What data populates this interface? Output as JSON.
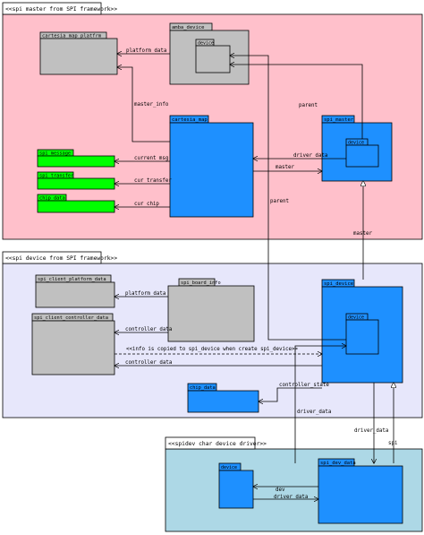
{
  "colors": {
    "master_region": "#ffc0cb",
    "device_region": "#e7e7fb",
    "char_region": "#add8e6",
    "box_gray": "#c0c0c0",
    "box_blue": "#1e90ff",
    "box_green": "#00ff00",
    "line": "#000000"
  },
  "regions": {
    "master": {
      "title": "<<spi master from SPI framework>>"
    },
    "device": {
      "title": "<<spi device from SPI framework>>"
    },
    "char": {
      "title": "<<spidev char device driver>>"
    }
  },
  "boxes": {
    "cartesia_map_platform": "cartesia_map_platfrm",
    "amba_device": "amba_device",
    "amba_device_inner": "device",
    "cartesia_map": "cartesia_map",
    "spi_master": "spi_master",
    "spi_master_inner": "device",
    "spi_message": "spi_message",
    "spi_transfer": "spi_transfer",
    "chip_data": "chip_data",
    "spi_client_platform_data": "spi_client_platform_data",
    "spi_board_info": "spi_board_info",
    "spi_client_controller_data": "spi_client_controller_data",
    "spi_device": "spi_device",
    "spi_device_inner": "device",
    "chip_data_2": "chip_data",
    "spidev_device": "device",
    "spi_dev_data": "spi_dev_data"
  },
  "edges": {
    "platform_data_1": "platform data",
    "master_info": "master_info",
    "parent_1": "parent",
    "driver_data_1": "driver data",
    "master_1": "master",
    "current_msg": "current msg",
    "cur_transfer": "cur transfer",
    "cur_chip": "cur chip",
    "parent_2": "parent",
    "master_2": "master",
    "platform_data_2": "platform data",
    "controller_data_1": "controller data",
    "info_copied": "<<info is copied to spi_device when create spi_device>>",
    "controller_data_2": "controller data",
    "controller_state": "controller_state",
    "driver_data_2": "driver_data",
    "driver_data_3": "driver_data",
    "spi": "spi",
    "dev": "dev",
    "driver_data_4": "driver data"
  }
}
